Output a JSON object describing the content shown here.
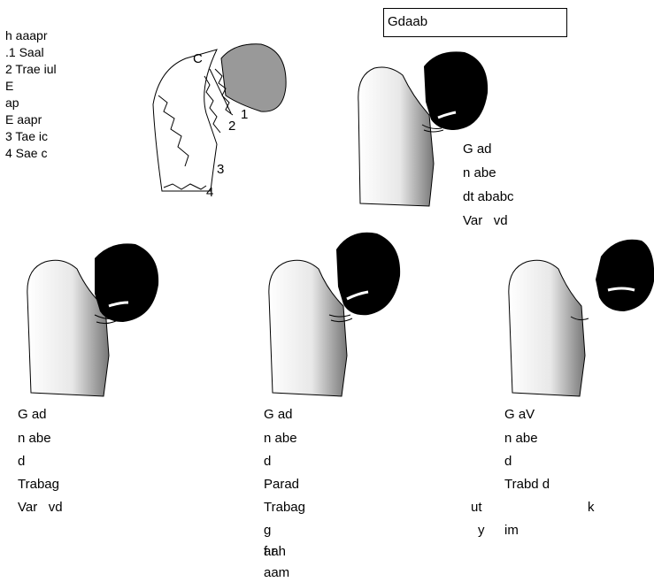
{
  "title_box": "Gdaab",
  "legend": [
    "h aaapr",
    ".1 Saal",
    "2 Trae iul",
    "E",
    "ap",
    "E aapr",
    "3 Tae ic",
    "4 Sae c"
  ],
  "schematic_labels": {
    "c": "C",
    "n1": "1",
    "n2": "2",
    "n3": "3",
    "n4": "4"
  },
  "panels": [
    {
      "id": "top-right",
      "lines": [
        "G ad",
        "n abe",
        "dt ababc",
        "Var   vd"
      ]
    },
    {
      "id": "bottom-left",
      "lines": [
        "G ad",
        "n abe",
        "d",
        "Trabag",
        "Var   vd"
      ]
    },
    {
      "id": "bottom-middle",
      "lines": [
        "G ad",
        "n abe",
        "d",
        "Parad",
        "Trabag",
        "g",
        "f ah",
        "ar",
        "aam"
      ]
    },
    {
      "id": "bottom-right",
      "lines": [
        "G aV",
        "n abe",
        "d",
        "Trabd d",
        "k",
        "im"
      ]
    }
  ],
  "stray_text": [
    "ut",
    "y"
  ]
}
